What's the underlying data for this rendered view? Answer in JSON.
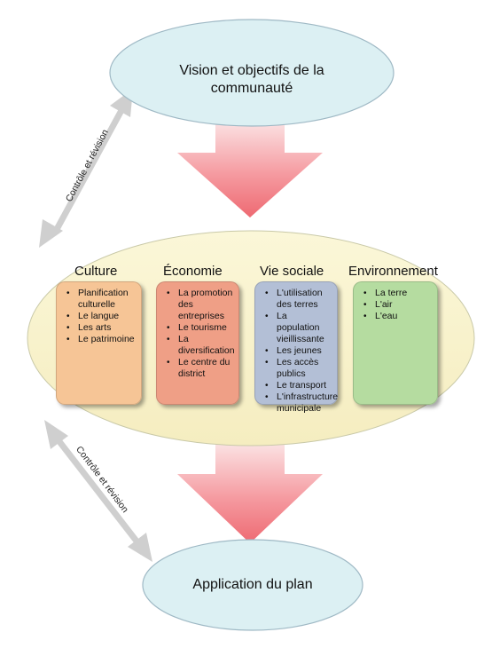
{
  "top_ellipse": {
    "line1": "Vision et objectifs de la",
    "line2": "communauté"
  },
  "bottom_ellipse": {
    "label": "Application du plan"
  },
  "review_labels": {
    "upper": "Contrôle et révision",
    "lower": "Contrôle et révision"
  },
  "categories": [
    {
      "title": "Culture",
      "color": "#f6c596",
      "items": [
        "Planification culturelle",
        "Le langue",
        "Les arts",
        "Le patrimoine"
      ]
    },
    {
      "title": "Économie",
      "color": "#ef9f86",
      "items": [
        "La promotion des entreprises",
        "Le tourisme",
        "La diversification",
        "Le centre du district"
      ]
    },
    {
      "title": "Vie sociale",
      "color": "#b3bfd6",
      "items": [
        "L'utilisation des terres",
        "La population vieillissante",
        "Les jeunes",
        "Les accès publics",
        "Le transport",
        "L'infrastructure municipale"
      ]
    },
    {
      "title": "Environnement",
      "color": "#b5dca0",
      "items": [
        "La terre",
        "L'air",
        "L'eau"
      ]
    }
  ],
  "colors": {
    "ellipse_fill": "#dcf0f3",
    "center_ellipse_fill": "#f8f3cf",
    "arrow_red": "#f08a8e",
    "review_arrow": "#cfcfcf"
  }
}
